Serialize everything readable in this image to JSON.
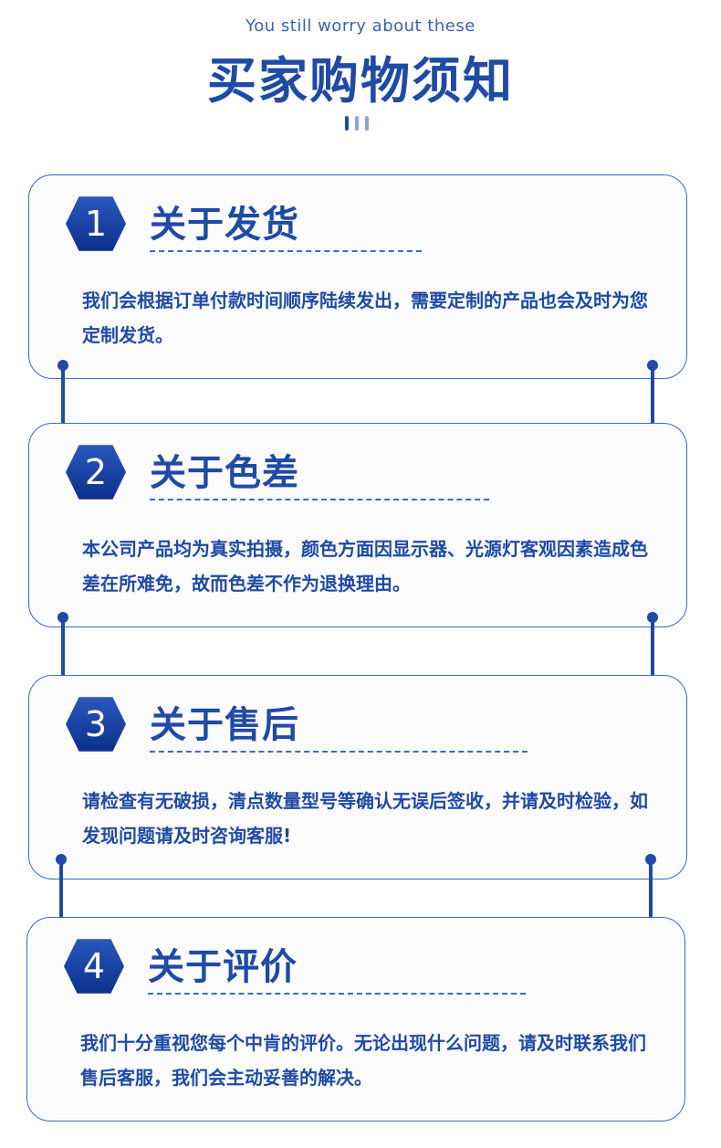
{
  "header": {
    "subtitle": "You still worry about these",
    "title": "买家购物须知"
  },
  "colors": {
    "primary": "#1f4aa5",
    "border": "#3f68c2",
    "light_bar": "#8ea4d8"
  },
  "sections": [
    {
      "number": "1",
      "title": "关于发货",
      "body": "我们会根据订单付款时间顺序陆续发出，需要定制的产品也会及时为您定制发货。"
    },
    {
      "number": "2",
      "title": "关于色差",
      "body": "本公司产品均为真实拍摄，颜色方面因显示器、光源灯客观因素造成色差在所难免，故而色差不作为退换理由。"
    },
    {
      "number": "3",
      "title": "关于售后",
      "body": "请检查有无破损，清点数量型号等确认无误后签收，并请及时检验，如发现问题请及时咨询客服!"
    },
    {
      "number": "4",
      "title": "关于评价",
      "body": "我们十分重视您每个中肯的评价。无论出现什么问题，请及时联系我们售后客服，我们会主动妥善的解决。"
    }
  ]
}
